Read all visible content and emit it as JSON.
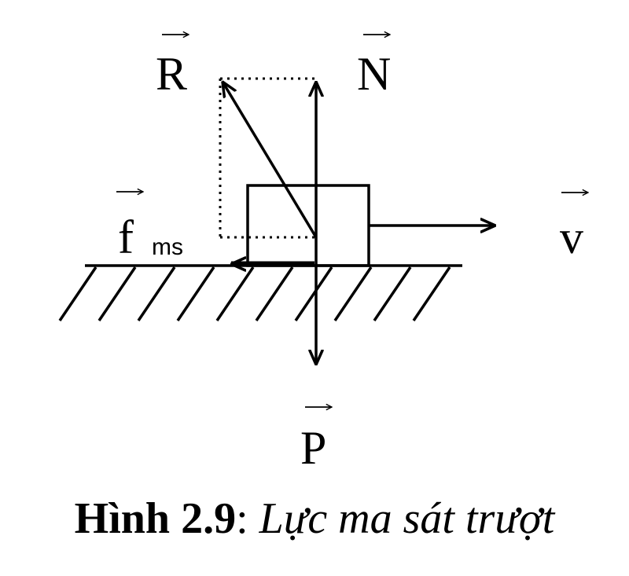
{
  "labels": {
    "R": "R",
    "N": "N",
    "P": "P",
    "v": "v",
    "f": "f",
    "f_sub": "ms"
  },
  "caption": {
    "number": "Hình 2.9",
    "separator": ":",
    "title": "Lực ma sát trượt"
  },
  "colors": {
    "ink": "#000000",
    "background": "#ffffff"
  }
}
